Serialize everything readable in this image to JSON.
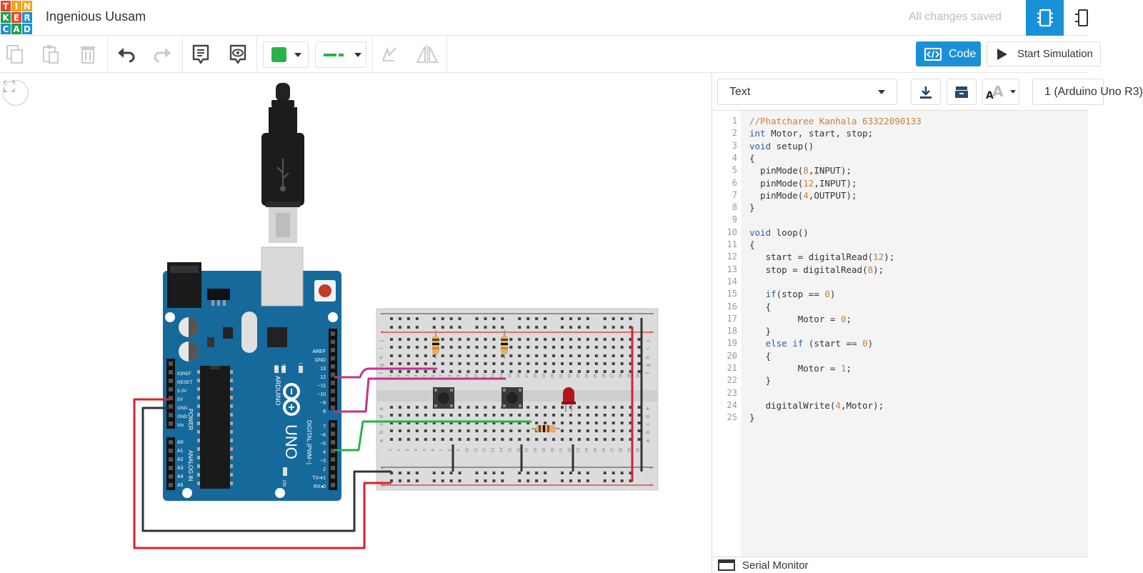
{
  "header": {
    "logo_letters": [
      "T",
      "I",
      "N",
      "K",
      "E",
      "R",
      "C",
      "A",
      "D"
    ],
    "logo_colors": [
      "#e8452c",
      "#f7a21b",
      "#f7a21b",
      "#1f9e48",
      "#e8452c",
      "#1a91d7",
      "#1a91d7",
      "#1f9e48",
      "#1a91d7"
    ],
    "project_title": "Ingenious Uusam",
    "save_status": "All changes saved"
  },
  "toolbar": {
    "code_label": "Code",
    "start_simulation_label": "Start Simulation",
    "fill_color": "#2ab24a",
    "wire_color": "#2ab24a"
  },
  "code_panel": {
    "mode": "Text",
    "device": "1 (Arduino Uno R3)",
    "serial_monitor_label": "Serial Monitor",
    "code_lines": [
      "//Phatcharee Kanhala 63322090133",
      "int Motor, start, stop;",
      "void setup()",
      "{",
      "  pinMode(8,INPUT);",
      "  pinMode(12,INPUT);",
      "  pinMode(4,OUTPUT);",
      "}",
      "",
      "void loop()",
      "{",
      "   start = digitalRead(12);",
      "   stop = digitalRead(8);",
      "",
      "   if(stop == 0)",
      "   {",
      "         Motor = 0;",
      "   }",
      "   else if (start == 0)",
      "   {",
      "         Motor = 1;",
      "   }",
      "",
      "   digitalWrite(4,Motor);",
      "}"
    ]
  },
  "arduino": {
    "brand": "ARDUINO",
    "model": "UNO",
    "on_label": "ON",
    "tx_label": "TX",
    "rx_label": "RX",
    "l_label": "L",
    "power_header_label": "POWER",
    "analog_header_label": "ANALOG IN",
    "digital_header_label": "DIGITAL (PWM~)",
    "power_pins": [
      "IOREF",
      "RESET",
      "3.3V",
      "5V",
      "GND",
      "GND",
      "Vin"
    ],
    "analog_pins": [
      "A0",
      "A1",
      "A2",
      "A3",
      "A4",
      "A5"
    ],
    "digital_top_pins": [
      "AREF",
      "GND",
      "13",
      "12",
      "~11",
      "~10",
      "~9",
      "8"
    ],
    "digital_bottom_pins": [
      "7",
      "~6",
      "~5",
      "4",
      "~3",
      "2",
      "TX➜1",
      "RX◂0"
    ]
  },
  "breadboard": {
    "row_letters_top": [
      "j",
      "i",
      "h",
      "g",
      "f"
    ],
    "row_letters_bottom": [
      "e",
      "d",
      "c",
      "b",
      "a"
    ],
    "plus_label": "+",
    "minus_label": "-"
  }
}
